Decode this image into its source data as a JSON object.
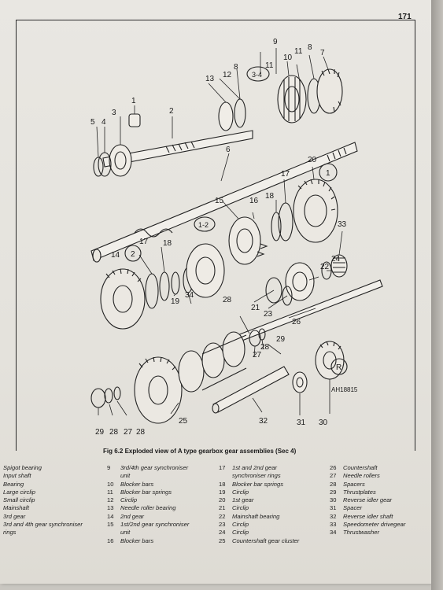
{
  "page_number": "171",
  "figure_caption": "Fig 6.2 Exploded view of A type gearbox gear assemblies (Sec 4)",
  "figure_code": "AH18815",
  "group_labels": [
    "3-4",
    "1",
    "1-2",
    "2",
    "R"
  ],
  "callouts": [
    "1",
    "2",
    "3",
    "4",
    "5",
    "6",
    "7",
    "8",
    "9",
    "10",
    "11",
    "12",
    "13",
    "14",
    "15",
    "16",
    "17",
    "18",
    "19",
    "20",
    "21",
    "22",
    "23",
    "24",
    "25",
    "26",
    "27",
    "28",
    "29",
    "30",
    "31",
    "32",
    "33",
    "34"
  ],
  "legend_col1": [
    {
      "num": "",
      "text": "Spigot bearing"
    },
    {
      "num": "",
      "text": "Input shaft"
    },
    {
      "num": "",
      "text": "Bearing"
    },
    {
      "num": "",
      "text": "Large circlip"
    },
    {
      "num": "",
      "text": "Small circlip"
    },
    {
      "num": "",
      "text": "Mainshaft"
    },
    {
      "num": "",
      "text": "3rd gear"
    },
    {
      "num": "",
      "text": "3rd and 4th gear synchroniser"
    },
    {
      "num": "",
      "text": "rings"
    }
  ],
  "legend_col2": [
    {
      "num": "9",
      "text": "3rd/4th gear synchroniser"
    },
    {
      "num": "",
      "text": "unit"
    },
    {
      "num": "10",
      "text": "Blocker bars"
    },
    {
      "num": "11",
      "text": "Blocker bar springs"
    },
    {
      "num": "12",
      "text": "Circlip"
    },
    {
      "num": "13",
      "text": "Needle roller bearing"
    },
    {
      "num": "14",
      "text": "2nd gear"
    },
    {
      "num": "15",
      "text": "1st/2nd gear synchroniser"
    },
    {
      "num": "",
      "text": "unit"
    },
    {
      "num": "16",
      "text": "Blocker bars"
    }
  ],
  "legend_col3": [
    {
      "num": "17",
      "text": "1st and 2nd gear"
    },
    {
      "num": "",
      "text": "synchroniser rings"
    },
    {
      "num": "18",
      "text": "Blocker bar springs"
    },
    {
      "num": "19",
      "text": "Circlip"
    },
    {
      "num": "20",
      "text": "1st gear"
    },
    {
      "num": "21",
      "text": "Circlip"
    },
    {
      "num": "22",
      "text": "Mainshaft bearing"
    },
    {
      "num": "23",
      "text": "Circlip"
    },
    {
      "num": "24",
      "text": "Circlip"
    },
    {
      "num": "25",
      "text": "Countershaft gear cluster"
    }
  ],
  "legend_col4": [
    {
      "num": "26",
      "text": "Countershaft"
    },
    {
      "num": "27",
      "text": "Needle rollers"
    },
    {
      "num": "28",
      "text": "Spacers"
    },
    {
      "num": "29",
      "text": "Thrustplates"
    },
    {
      "num": "30",
      "text": "Reverse idler gear"
    },
    {
      "num": "31",
      "text": "Spacer"
    },
    {
      "num": "32",
      "text": "Reverse idler shaft"
    },
    {
      "num": "33",
      "text": "Speedometer drivegear"
    },
    {
      "num": "34",
      "text": "Thrustwasher"
    }
  ]
}
